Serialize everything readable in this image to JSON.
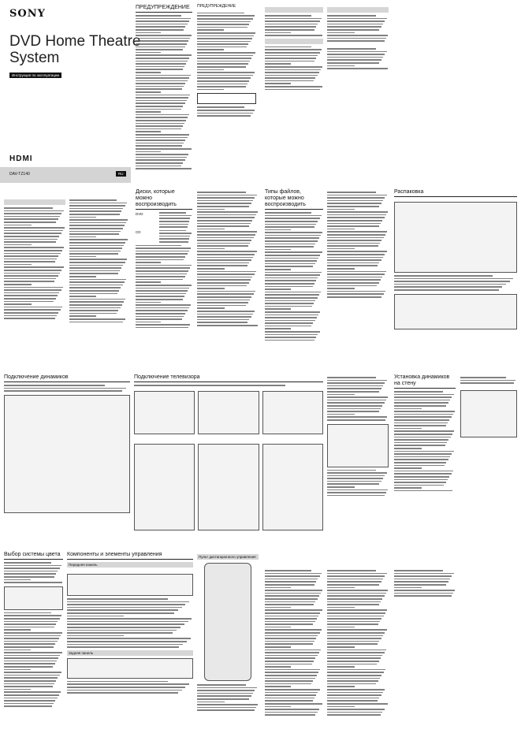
{
  "cover": {
    "brand": "SONY",
    "title_line1": "DVD Home Theatre",
    "title_line2": "System",
    "subtitle_badge": "Инструкция по эксплуатации",
    "hdmi_logo": "HDMI",
    "model": "DAV-TZ140",
    "lang_badge": "RU"
  },
  "sections": {
    "warning": "ПРЕДУПРЕЖДЕНИЕ",
    "caution": "ПРЕДУПРЕЖДЕНИЕ",
    "discs": "Диски, которые можно воспроизводить",
    "file_types": "Типы файлов, которые можно воспроизводить",
    "unpacking": "Распаковка",
    "speakers": "Подключение динамиков",
    "tv": "Подключение телевизора",
    "wall": "Установка динамиков на стену",
    "color_system": "Выбор системы цвета",
    "components": "Компоненты и элементы управления",
    "front_panel": "Передняя панель",
    "rear_panel": "Задняя панель",
    "remote": "Пульт дистанционного управления"
  },
  "discs_table": {
    "rows": [
      "DVD",
      "CD"
    ]
  }
}
